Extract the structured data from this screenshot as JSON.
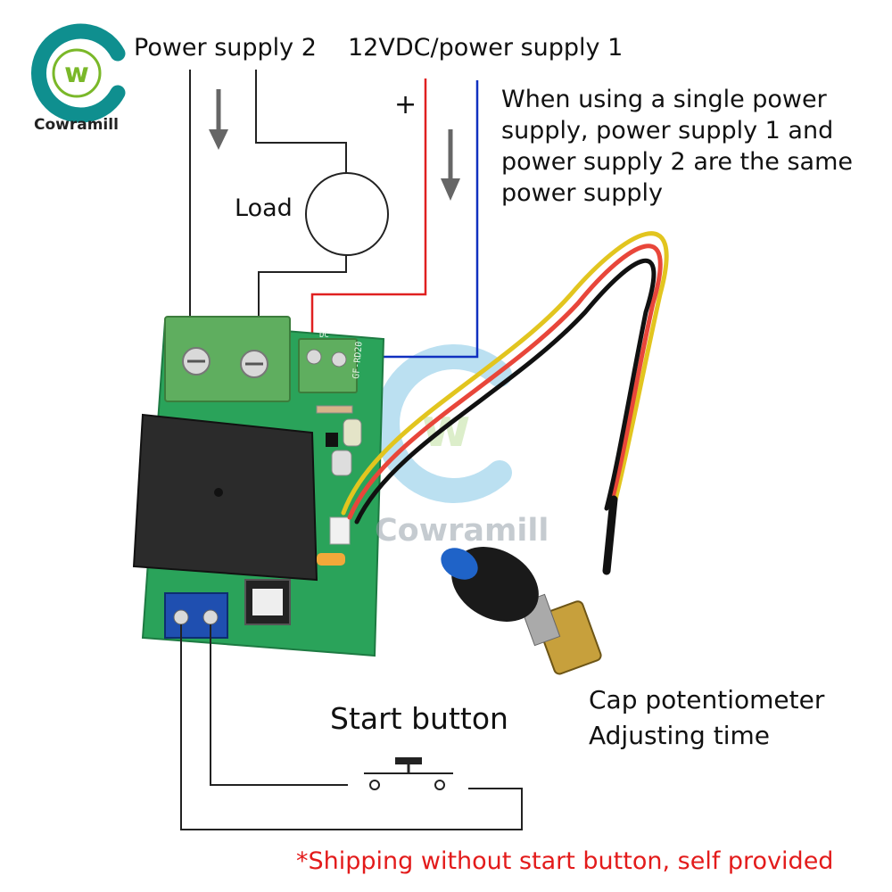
{
  "brand": {
    "name": "Cowramill",
    "logo_letter": "w"
  },
  "labels": {
    "power_supply_2": "Power supply 2",
    "power_supply_1": "12VDC/power supply 1",
    "plus_sign": "+",
    "load": "Load",
    "start_button": "Start button",
    "potentiometer_line1": "Cap potentiometer",
    "potentiometer_line2": "Adjusting time"
  },
  "note": {
    "lines": [
      "When using a single power",
      "supply, power supply 1 and",
      "power supply 2 are the same",
      "power supply"
    ]
  },
  "footer": {
    "shipping_note": "*Shipping without start button, self provided"
  },
  "board": {
    "silkscreen": "GF-RD20",
    "terminal_label": "DC"
  },
  "watermark": {
    "text": "Cowramill"
  },
  "colors": {
    "logo_teal": "#0f8f8f",
    "logo_green": "#7ab829",
    "positive_wire": "#e02020",
    "negative_wire": "#1030c0",
    "shipping_note": "#e31b1b",
    "pcb_green": "#2aa35a",
    "terminal_green": "#5fae5f"
  }
}
